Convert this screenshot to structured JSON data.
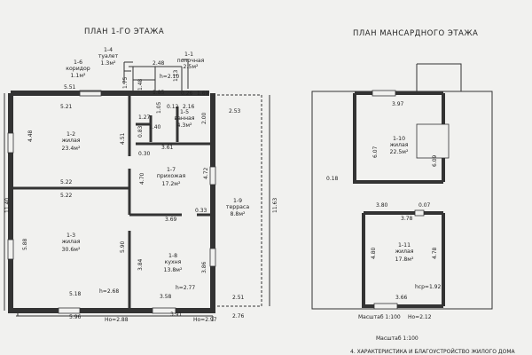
{
  "titles": {
    "first_floor": "ПЛАН 1-ГО ЭТАЖА",
    "attic": "ПЛАН МАНСАРДНОГО ЭТАЖА"
  },
  "rooms": {
    "r1_1": {
      "num": "1-1",
      "name": "полочная",
      "area": "2.5м²"
    },
    "r1_2": {
      "num": "1-2",
      "name": "жилая",
      "area": "23.4м²"
    },
    "r1_3": {
      "num": "1-3",
      "name": "жилая",
      "area": "30.6м²"
    },
    "r1_4": {
      "num": "1-4",
      "name": "туалет",
      "area": "1.3м²"
    },
    "r1_5": {
      "num": "1-5",
      "name": "ванная",
      "area": "4.3м²"
    },
    "r1_6": {
      "num": "1-6",
      "name": "коридор",
      "area": "1.1м²"
    },
    "r1_7": {
      "num": "1-7",
      "name": "прихожая",
      "area": "17.2м²"
    },
    "r1_8": {
      "num": "1-8",
      "name": "кухня",
      "area": "13.8м²"
    },
    "r1_9": {
      "num": "1-9",
      "name": "терраса",
      "area": "8.8м²"
    },
    "r1_10": {
      "num": "1-10",
      "name": "жилая",
      "area": "22.5м²"
    },
    "r1_11": {
      "num": "1-11",
      "name": "жилая",
      "area": "17.8м²"
    }
  },
  "dims_first": {
    "d551": "5.51",
    "d521a": "5.21",
    "d448": "4.48",
    "d451": "4.51",
    "d030": "0.30",
    "d522a": "5.22",
    "d522b": "5.22",
    "d470": "4.70",
    "d472": "4.72",
    "d1140": "11.40",
    "d588": "5.88",
    "d590": "5.90",
    "d518": "5.18",
    "d596": "5.96",
    "h268": "h=2.68",
    "h288": "Ho=2.88",
    "d384": "3.84",
    "d386": "3.86",
    "d369": "3.69",
    "d033": "0.33",
    "h277": "h=2.77",
    "d358": "3.58",
    "d391": "3.91",
    "h297": "Ho=2.97",
    "d276": "2.76",
    "d251": "2.51",
    "d253": "2.53",
    "d1163": "11.63",
    "d361": "3.61",
    "d248": "2.48",
    "h210": "h=2.10",
    "d185": "1.85",
    "d026": "0.26",
    "d169": "1.69",
    "d012": "0.12",
    "d216": "2.16",
    "d200": "2.00",
    "d127": "1.27",
    "d140": "1.40",
    "d105": "1.05",
    "d083": "0.83",
    "d113": "1.13",
    "d175": "1.75",
    "d148": "1.48"
  },
  "dims_attic": {
    "d397": "3.97",
    "d607": "6.07",
    "d609": "6.09",
    "d018": "0.18",
    "d380": "3.80",
    "d007": "0.07",
    "d378a": "3.78",
    "d480": "4.80",
    "d478": "4.78",
    "hcp192": "hcp=1.92",
    "d366": "3.66"
  },
  "footer": {
    "scale_attic": "Масштаб 1:100",
    "h_attic": "Hо=2.12",
    "scale_main": "Масштаб 1:100",
    "section_title": "4. ХАРАКТЕРИСТИКА И БЛАГОУСТРОЙСТВО ЖИЛОГО ДОМА"
  }
}
